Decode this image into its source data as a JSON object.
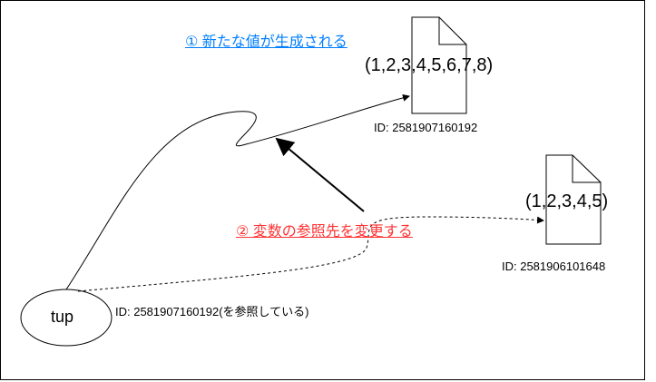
{
  "labels": {
    "new_value": "① 新たな値が生成される",
    "change_ref": "② 変数の参照先を変更する"
  },
  "new_tuple": {
    "value": "(1,2,3,4,5,6,7,8)",
    "id": "ID: 2581907160192"
  },
  "old_tuple": {
    "value": "(1,2,3,4,5)",
    "id": "ID: 2581906101648"
  },
  "variable": {
    "name": "tup",
    "id": "ID: 2581907160192(を参照している)"
  },
  "colors": {
    "blue": "#007FFF",
    "red": "#FF3333",
    "stroke": "#000000"
  },
  "icons": [
    "document-icon",
    "document-icon"
  ]
}
